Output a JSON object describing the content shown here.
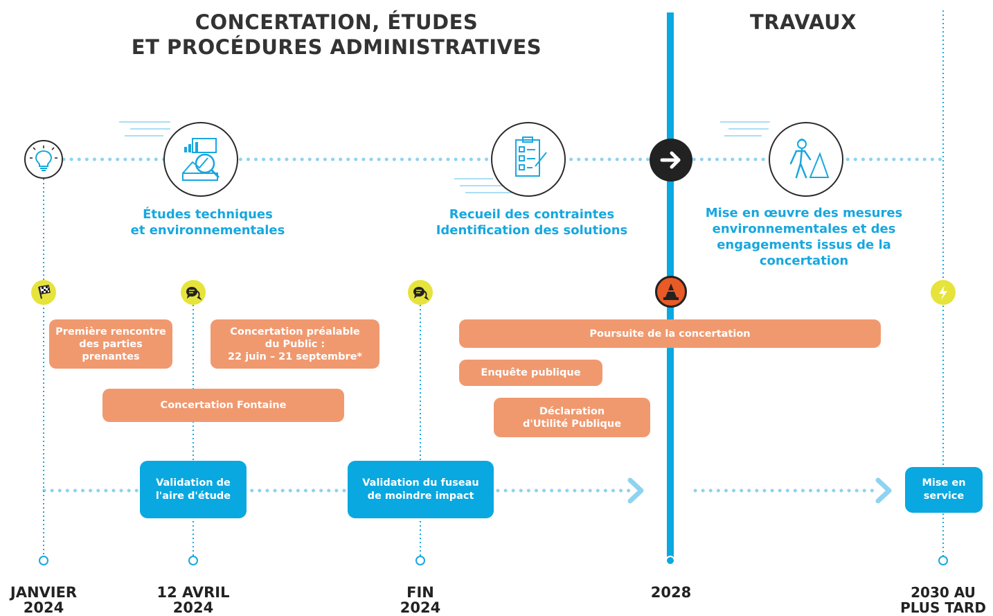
{
  "phases": {
    "left_title_line1": "CONCERTATION, ÉTUDES",
    "left_title_line2": "ET PROCÉDURES ADMINISTRATIVES",
    "right_title": "TRAVAUX"
  },
  "stages": [
    {
      "label": "Études techniques\net environnementales",
      "icon": "report-analysis-icon"
    },
    {
      "label": "Recueil des contraintes\nIdentification des solutions",
      "icon": "checklist-icon"
    },
    {
      "label": "Mise en œuvre des mesures\nenvironnementales et des\nengagements issus de la\nconcertation",
      "icon": "worker-icon"
    }
  ],
  "events": {
    "premiere_rencontre": "Première rencontre\ndes parties\nprenantes",
    "concertation_prealable": "Concertation préalable\ndu Public :\n22 juin – 21 septembre*",
    "concertation_fontaine": "Concertation Fontaine",
    "poursuite": "Poursuite de la concertation",
    "enquete": "Enquête publique",
    "declaration": "Déclaration\nd'Utilité Publique"
  },
  "milestones": {
    "validation_aire": "Validation de\nl'aire d'étude",
    "validation_fuseau": "Validation du fuseau\nde moindre impact",
    "mise_en_service": "Mise en\nservice"
  },
  "dates": {
    "janvier": "JANVIER\n2024",
    "avril": "12 AVRIL\n2024",
    "fin": "FIN\n2024",
    "y2028": "2028",
    "y2030": "2030 AU\nPLUS TARD"
  },
  "icons": [
    "lightbulb-icon",
    "checkered-flag-icon",
    "chat-bubbles-icon",
    "arrow-right-icon",
    "traffic-cone-icon",
    "lightning-icon"
  ],
  "colors": {
    "blue": "#17a7df",
    "orange": "#f0996f",
    "yellow": "#e6e33c",
    "dark": "#2a2a2a"
  }
}
